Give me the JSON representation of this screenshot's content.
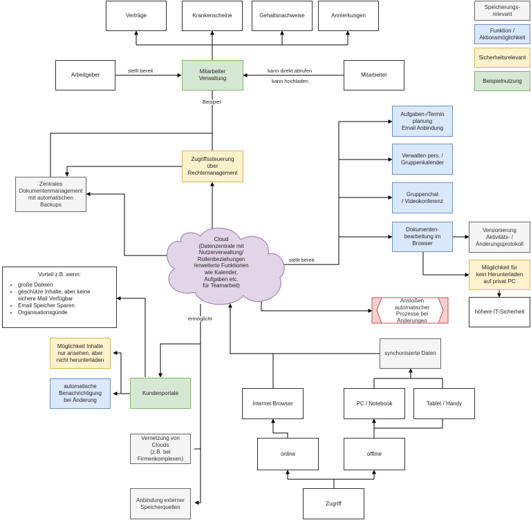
{
  "colors": {
    "grey": "#f5f5f5",
    "blue": "#dae8fc",
    "yellow": "#fff2cc",
    "green": "#d5e8d4",
    "cloud": "#e1d5e7",
    "process_red": "#f8cecc"
  },
  "top": {
    "vertraege": "Verträge",
    "krankenscheine": "Krankenscheine",
    "gehalt": "Gehaltsnachweise",
    "anmerkungen": "Anmerkungen"
  },
  "legend": {
    "storage": "Speicherungs-\nrelevant",
    "function": "Funktion /\nAktionsmöglichkeit",
    "security": "Sicherheitsrelevant",
    "example": "Beispielnutzung"
  },
  "nodes": {
    "arbeitgeber": "Arbeitgeber",
    "mitarbeiter_verwaltung": "Mitarbeiter\nVerwaltung",
    "mitarbeiter": "Mitarbeiter",
    "zugriffssteuerung": "Zugriffssteuerung\nüber\nRechtemanagement",
    "zentrales_dms": "Zentrales\nDokumentenmanagement\nmit automatischen\nBackups",
    "aufgaben": "Aufgaben-/Termin\nplanung\nEmail Anbindung",
    "kalender": "Verwalten pers. /\nGruppenkalender",
    "gruppenchat": "Gruppenchat\n/ Videokonferenz",
    "dokumentenbearbeitung": "Dokumenten-\nbearbeitung im\nBrowser",
    "versionierung": "Versionierung\nAktivitäts- /\nÄnderungsprotokoll",
    "herunterladen": "Möglichkeit für\nkein Herunterladen\nauf privat PC",
    "it_sicherheit": "höhere IT-Sicherheit",
    "cloud": "Cloud\n(Datenzentrale mit\nNutzerverwaltung/\nRollenbeziehungen\n/erweiterte Funktionen\nwie Kalender,\nAufgaben etc.\nfür Teamarbeit)",
    "prozesse": "Anstoßen\nautomatischer\nProzesse bei\nÄnderungen",
    "sync": "synchonisierte Daten",
    "internet_browser": "Internet Browser",
    "pc": "PC / Notebook",
    "tablet": "Tablet / Handy",
    "online": "online",
    "offline": "offline",
    "zugriff": "Zugriff",
    "kundenportale": "Kundenportale",
    "inhalte_ansehen": "Möglichkeit Inhalte\nnur ansehen, aber\nnicht herunterladen",
    "benachrichtigung": "automatische\nBenachrichtigung\nbei Änderung",
    "vernetzung": "Vernetzung von\nClouds\n(z.B. bei\nFirmenkomplexen)",
    "anbindung": "Anbindung externer\nSpeicherquellen"
  },
  "vorteil": {
    "title": "Vorteil z.B. wenn:",
    "items": [
      "große Dateien",
      "geschütze Inhalte, aber keine sichere Mail Verfügbar",
      "Email Speicher Sparen",
      "Organisationsgünde"
    ]
  },
  "edge_labels": {
    "stellt_bereit_1": "stellt bereit",
    "kann_direkt_abrufen": "kann direkt abrufen",
    "kann_hochladen": "kann hochladen",
    "beispiel": "Beispiel",
    "stellt_bereit_2": "stellt bereit",
    "ermoeglicht": "ermöglicht"
  }
}
